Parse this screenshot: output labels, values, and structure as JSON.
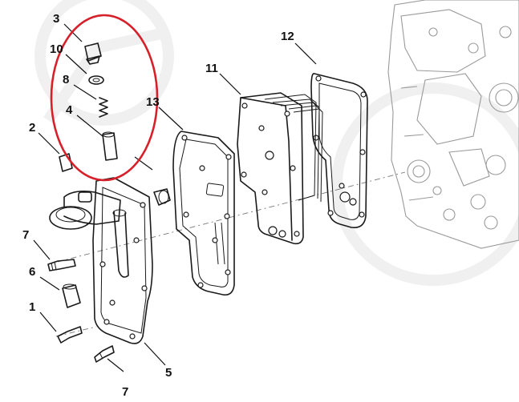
{
  "diagram": {
    "callouts": [
      {
        "id": "c3",
        "text": "3"
      },
      {
        "id": "c10",
        "text": "10"
      },
      {
        "id": "c8",
        "text": "8"
      },
      {
        "id": "c4",
        "text": "4"
      },
      {
        "id": "c2",
        "text": "2"
      },
      {
        "id": "c13",
        "text": "13"
      },
      {
        "id": "c11",
        "text": "11"
      },
      {
        "id": "c12",
        "text": "12"
      },
      {
        "id": "c7a",
        "text": "7"
      },
      {
        "id": "c6",
        "text": "6"
      },
      {
        "id": "c1",
        "text": "1"
      },
      {
        "id": "c5",
        "text": "5"
      },
      {
        "id": "c7b",
        "text": "7"
      }
    ],
    "highlight_color": "#d6202a",
    "line_color": "#1a1a1a",
    "engine_block_color": "#9a9a9a"
  }
}
